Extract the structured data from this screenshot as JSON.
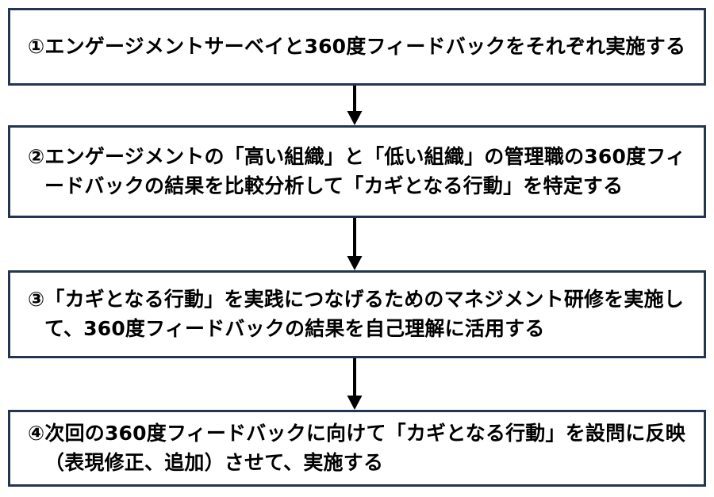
{
  "diagram": {
    "type": "flowchart",
    "orientation": "vertical",
    "title": "",
    "colors": {
      "box_border": "#233550",
      "box_fill": "#FFFFFF",
      "arrow": "#000000",
      "text": "#000000"
    },
    "nodes": [
      {
        "id": "step-1",
        "marker": "①",
        "text": "①エンゲージメントサーベイと360度フィードバックをそれぞれ実施する"
      },
      {
        "id": "step-2",
        "marker": "②",
        "text": "②エンゲージメントの「高い組織」と「低い組織」の管理職の360度フィードバックの結果を比較分析して「カギとなる行動」を特定する"
      },
      {
        "id": "step-3",
        "marker": "③",
        "text": "③「カギとなる行動」を実践につなげるためのマネジメント研修を実施して、360度フィードバックの結果を自己理解に活用する"
      },
      {
        "id": "step-4",
        "marker": "④",
        "text": "④次回の360度フィードバックに向けて「カギとなる行動」を設問に反映（表現修正、追加）させて、実施する"
      }
    ],
    "connectors": [
      {
        "id": "arrow-1-2",
        "from": "step-1",
        "to": "step-2",
        "direction": "down"
      },
      {
        "id": "arrow-2-3",
        "from": "step-2",
        "to": "step-3",
        "direction": "down"
      },
      {
        "id": "arrow-3-4",
        "from": "step-3",
        "to": "step-4",
        "direction": "down"
      }
    ]
  }
}
